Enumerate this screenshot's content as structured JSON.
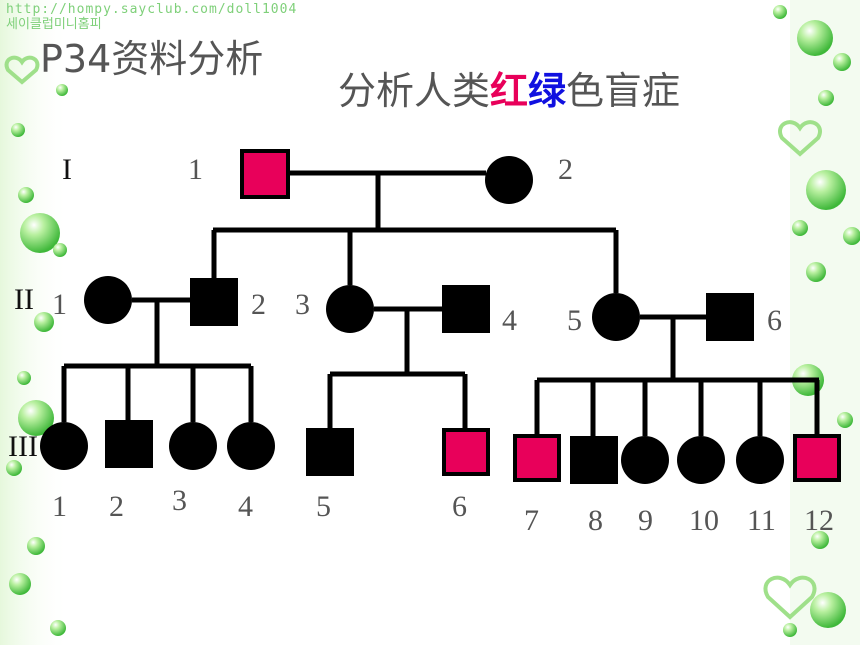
{
  "banner": {
    "url": "http://hompy.sayclub.com/doll1004",
    "korean": "세이클럽미니홈피"
  },
  "titles": {
    "section": "P34资料分析",
    "main_prefix": "分析人类",
    "main_red": "红",
    "main_green": "绿",
    "main_suffix": "色盲症"
  },
  "colors": {
    "affected": "#e8005a",
    "unaffected": "#000000",
    "title_red": "#e8005a",
    "title_blue": "#1010e0",
    "text": "#555555"
  },
  "generations": {
    "g1": "I",
    "g2": "II",
    "g3": "III"
  },
  "individuals": {
    "g1_1": "1",
    "g1_2": "2",
    "g2_1": "1",
    "g2_2": "2",
    "g2_3": "3",
    "g2_4": "4",
    "g2_5": "5",
    "g2_6": "6",
    "g3_1": "1",
    "g3_2": "2",
    "g3_3": "3",
    "g3_4": "4",
    "g3_5": "5",
    "g3_6": "6",
    "g3_7": "7",
    "g3_8": "8",
    "g3_9": "9",
    "g3_10": "10",
    "g3_11": "11",
    "g3_12": "12"
  }
}
